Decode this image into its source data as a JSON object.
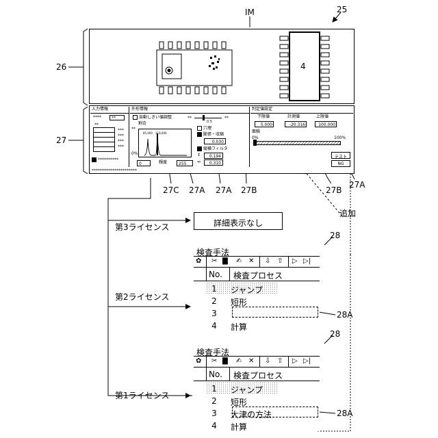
{
  "ref_numbers": {
    "device": "25",
    "screen": "26",
    "panel": "27",
    "method_list": "28",
    "callout_27C": "27C",
    "callout_27A_1": "27A",
    "callout_27A_2": "27A",
    "callout_27B_1": "27B",
    "callout_27B_2": "27B",
    "callout_27A_3": "27A",
    "callout_28A": "28A"
  },
  "image_label": "IM",
  "chip_center_mark": "4",
  "input_info": {
    "title": "入力情報",
    "field_a": "****",
    "field_b": "**",
    "list_header": "**",
    "side_values": [
      "***",
      "***",
      "***",
      "***"
    ],
    "checkbox_label": "**********"
  },
  "shape_info": {
    "title": "外形情報",
    "auto_threshold": "自動しきい値調整",
    "ratio": "割合",
    "pct_top": "**",
    "pct_axis": "0%",
    "peak_a": "85,000",
    "peak_b": "118,000",
    "slider_marks": [
      "**",
      "0.5",
      "**"
    ],
    "hole_fill": "穴埋",
    "expand_shrink": "膨張・収縮",
    "expand_value": "0.030",
    "vh_filter": "縦横フィルタ",
    "filter_v": "0.194",
    "filter_h": "0.310",
    "range_low": "0",
    "luminance": "輝度",
    "range_high": "255"
  },
  "judgement": {
    "title": "判定値設定",
    "lower_label": "下限値",
    "measured_label": "計測値",
    "upper_label": "上限値",
    "lower_value": "5.000",
    "measured_value": "-20.316",
    "upper_value": "100.000",
    "area": "面積",
    "bar_min": "0%",
    "bar_max": "100%",
    "test_button": "テスト",
    "result": "NG"
  },
  "status_bar": "**********************",
  "add_label": "追加",
  "licenses": {
    "third": "第3ライセンス",
    "second": "第2ライセンス",
    "first": "第1ライセンス",
    "no_detail": "詳細表示なし"
  },
  "method_panel": {
    "title": "検査手法",
    "toolbar_icons": [
      "gear-icon",
      "scissors-icon",
      "copy-icon",
      "paste-icon",
      "delete-icon",
      "arrow-down-icon",
      "arrow-up-icon",
      "play-icon",
      "play-end-icon"
    ],
    "col_no": "No.",
    "col_process": "検査プロセス"
  },
  "method_rows_2": [
    {
      "no": "1",
      "name": "ジャンプ"
    },
    {
      "no": "2",
      "name": "短形"
    },
    {
      "no": "3",
      "name": ""
    },
    {
      "no": "4",
      "name": "計算"
    }
  ],
  "method_rows_1": [
    {
      "no": "1",
      "name": "ジャンプ"
    },
    {
      "no": "2",
      "name": "短形"
    },
    {
      "no": "3",
      "name": "大津の方法"
    },
    {
      "no": "4",
      "name": "計算"
    }
  ]
}
